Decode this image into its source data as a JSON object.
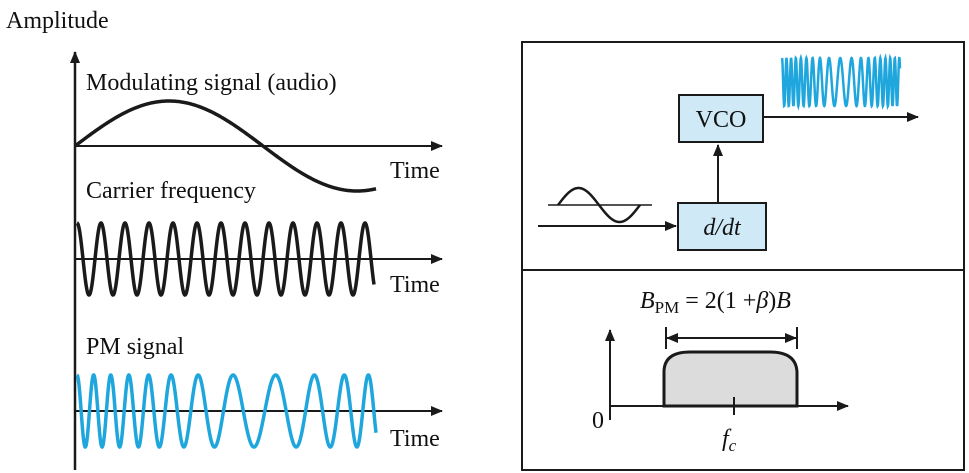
{
  "colors": {
    "ink": "#1a1a1a",
    "signal_blue": "#1fa7dd",
    "block_fill": "#cfe9f7",
    "spectrum_fill": "#dcdcdc",
    "background": "#ffffff"
  },
  "left_panel": {
    "y_axis_label": "Amplitude",
    "modulating": {
      "label": "Modulating signal (audio)",
      "time_label": "Time"
    },
    "carrier": {
      "label": "Carrier frequency",
      "time_label": "Time"
    },
    "pm": {
      "label": "PM signal",
      "time_label": "Time"
    }
  },
  "block_diagram": {
    "vco_label": "VCO",
    "diff_label": "d/dt"
  },
  "spectrum": {
    "bw_prefix": "B",
    "bw_subscript": "PM",
    "bw_equation": " = 2(1 +",
    "bw_beta": "β",
    "bw_close": ")",
    "bw_b": "B",
    "zero_label": "0",
    "fc_main": "f",
    "fc_sub": "c"
  }
}
